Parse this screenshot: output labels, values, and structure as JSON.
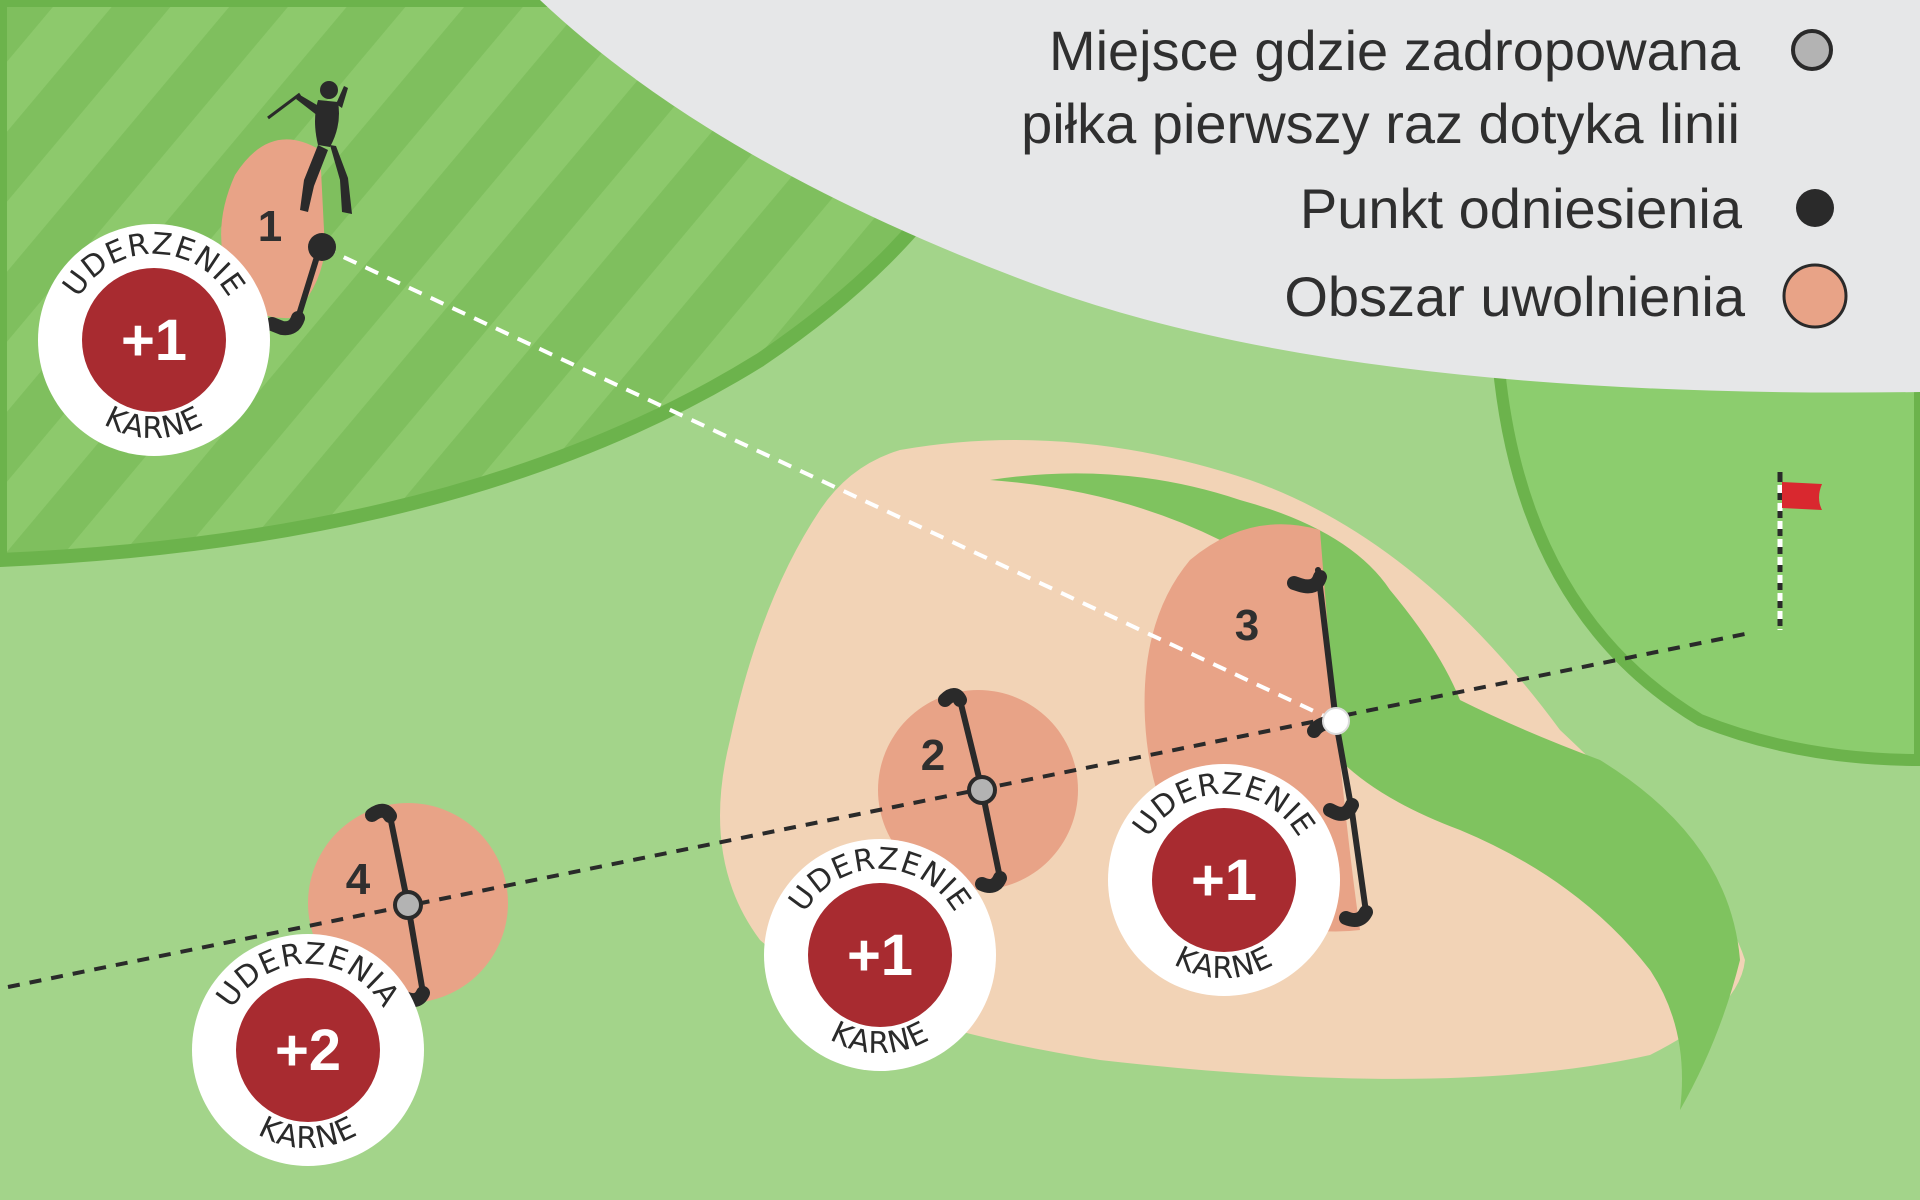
{
  "legend": {
    "drop_point_line1": "Miejsce gdzie zadropowana",
    "drop_point_line2": "piłka pierwszy raz dotyka linii",
    "reference_point": "Punkt odniesienia",
    "relief_area": "Obszar uwolnienia"
  },
  "markers": {
    "m1": "1",
    "m2": "2",
    "m3": "3",
    "m4": "4"
  },
  "badges": {
    "b1": {
      "top": "UDERZENIE",
      "value": "+1",
      "bottom": "KARNE"
    },
    "b2": {
      "top": "UDERZENIE",
      "value": "+1",
      "bottom": "KARNE"
    },
    "b3": {
      "top": "UDERZENIE",
      "value": "+1",
      "bottom": "KARNE"
    },
    "b4": {
      "top": "UDERZENIA",
      "value": "+2",
      "bottom": "KARNE"
    }
  },
  "colors": {
    "rough": "#a3d48a",
    "fairway_light": "#8dc96c",
    "fairway_dark": "#74b854",
    "green": "#8ccd6e",
    "sand": "#f2d3b6",
    "relief_area": "#e8a387",
    "penalty_red": "#a82b30",
    "legend_panel": "#e6e7e8",
    "flag": "#d9282f"
  }
}
